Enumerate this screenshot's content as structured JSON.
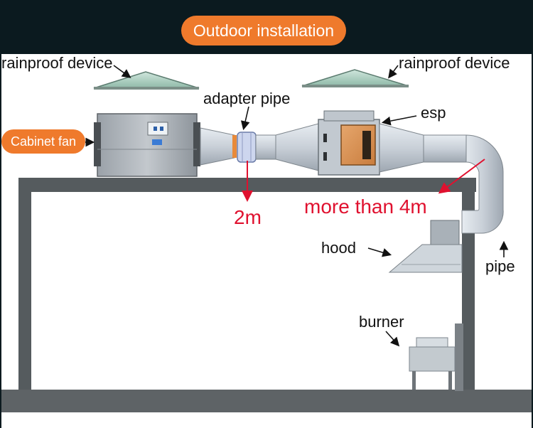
{
  "header": {
    "title": "Outdoor installation"
  },
  "labels": {
    "rainproof_left": "rainproof device",
    "rainproof_right": "rainproof device",
    "adapter_pipe": "adapter pipe",
    "esp": "esp",
    "cabinet_fan": "Cabinet fan",
    "distance_2m": "2m",
    "distance_4m": "more than 4m",
    "hood": "hood",
    "pipe": "pipe",
    "burner": "burner"
  },
  "colors": {
    "accent_orange": "#ef7a2c",
    "distance_red": "#e0112f",
    "background_dark": "#0b1a1f"
  }
}
